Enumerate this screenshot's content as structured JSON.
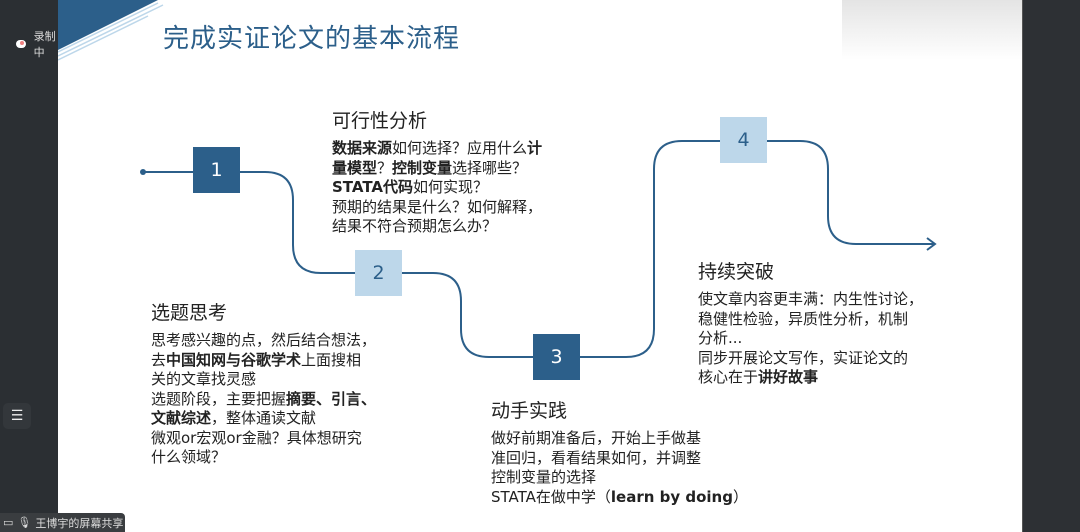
{
  "recording": {
    "label": "录制中"
  },
  "share": {
    "label": "王博宇的屏幕共享"
  },
  "slide": {
    "title": "完成实证论文的基本流程",
    "colors": {
      "accent": "#2c5f8a",
      "light": "#bdd7ea"
    },
    "steps": [
      "1",
      "2",
      "3",
      "4"
    ],
    "blocks": [
      {
        "id": "feasibility",
        "title": "可行性分析",
        "lines": [
          [
            {
              "t": "数据来源",
              "b": true
            },
            {
              "t": "如何选择？应用什么"
            },
            {
              "t": "计",
              "b": true
            }
          ],
          [
            {
              "t": "量模型",
              "b": true
            },
            {
              "t": "？"
            },
            {
              "t": "控制变量",
              "b": true
            },
            {
              "t": "选择哪些？"
            }
          ],
          [
            {
              "t": "STATA代码",
              "b": true
            },
            {
              "t": "如何实现？"
            }
          ],
          [
            {
              "t": "预期的结果是什么？如何解释，"
            }
          ],
          [
            {
              "t": "结果不符合预期怎么办？"
            }
          ]
        ]
      },
      {
        "id": "topic",
        "title": "选题思考",
        "lines": [
          [
            {
              "t": "思考感兴趣的点，然后结合想法，"
            }
          ],
          [
            {
              "t": "去"
            },
            {
              "t": "中国知网与谷歌学术",
              "b": true
            },
            {
              "t": "上面搜相"
            }
          ],
          [
            {
              "t": "关的文章找灵感"
            }
          ],
          [
            {
              "t": "选题阶段，主要把握"
            },
            {
              "t": "摘要、引言、",
              "b": true
            }
          ],
          [
            {
              "t": "文献综述",
              "b": true
            },
            {
              "t": "，整体通读文献"
            }
          ],
          [
            {
              "t": "微观or宏观or金融？具体想研究"
            }
          ],
          [
            {
              "t": "什么领域？"
            }
          ]
        ]
      },
      {
        "id": "practice",
        "title": "动手实践",
        "lines": [
          [
            {
              "t": "做好前期准备后，开始上手做基"
            }
          ],
          [
            {
              "t": "准回归，看看结果如何，并调整"
            }
          ],
          [
            {
              "t": "控制变量的选择"
            }
          ],
          [
            {
              "t": "STATA在做中学（"
            },
            {
              "t": "learn by doing",
              "b": true
            },
            {
              "t": "）"
            }
          ]
        ]
      },
      {
        "id": "breakthrough",
        "title": "持续突破",
        "lines": [
          [
            {
              "t": "使文章内容更丰满：内生性讨论，"
            }
          ],
          [
            {
              "t": "稳健性检验，异质性分析，机制"
            }
          ],
          [
            {
              "t": "分析..."
            }
          ],
          [
            {
              "t": "同步开展论文写作，实证论文的"
            }
          ],
          [
            {
              "t": "核心在于"
            },
            {
              "t": "讲好故事",
              "b": true
            }
          ]
        ]
      }
    ]
  }
}
